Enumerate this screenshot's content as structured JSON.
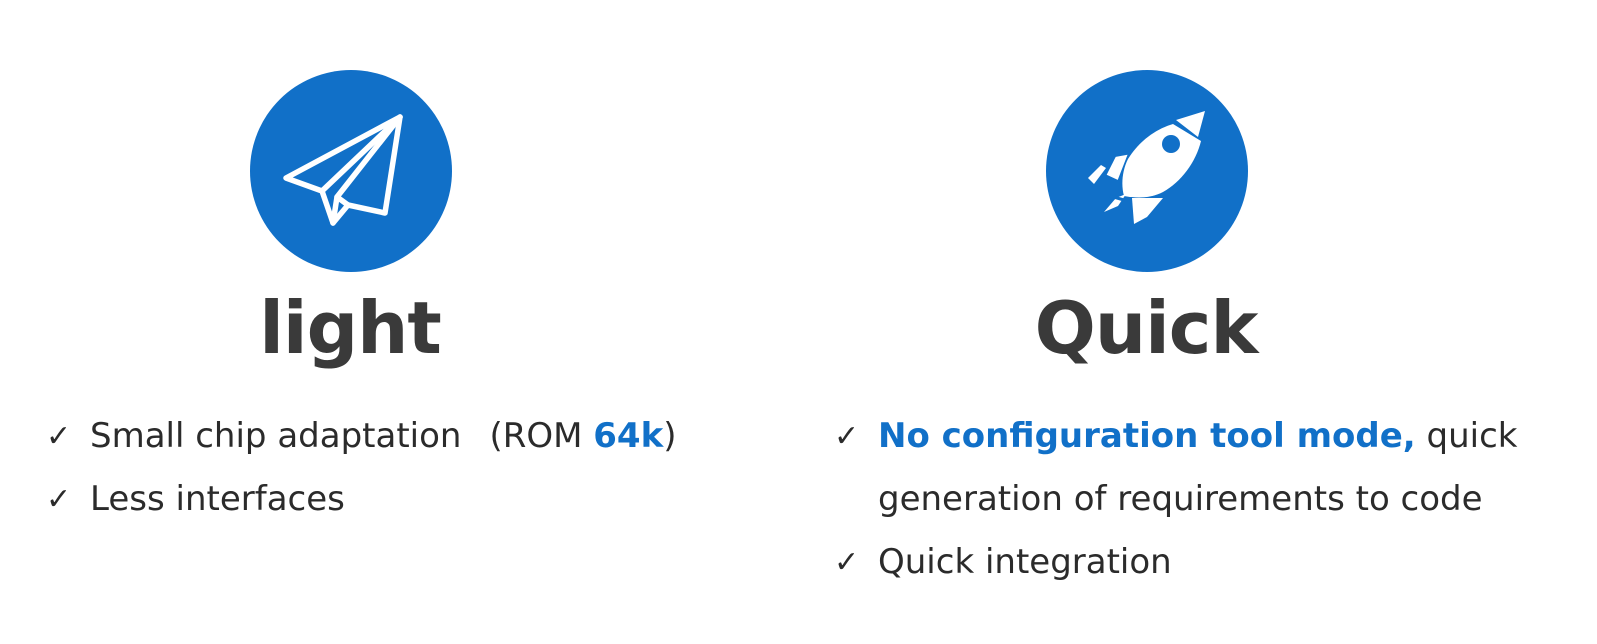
{
  "left": {
    "icon": "paper-plane-icon",
    "title": "light",
    "items": [
      {
        "text_before": "Small chip adaptation",
        "text_open": "(ROM ",
        "highlight": "64k",
        "text_close": ")"
      },
      {
        "text": "Less interfaces"
      }
    ]
  },
  "right": {
    "icon": "rocket-icon",
    "title": "Quick",
    "items": [
      {
        "highlight": "No configuration tool mode,",
        "text_after": " quick generation of requirements to code"
      },
      {
        "text": "Quick integration"
      }
    ]
  },
  "colors": {
    "accent": "#1170c8",
    "text": "#2b2b2b",
    "title": "#3a3a3a",
    "background": "#ffffff"
  },
  "check_glyph": "✓"
}
